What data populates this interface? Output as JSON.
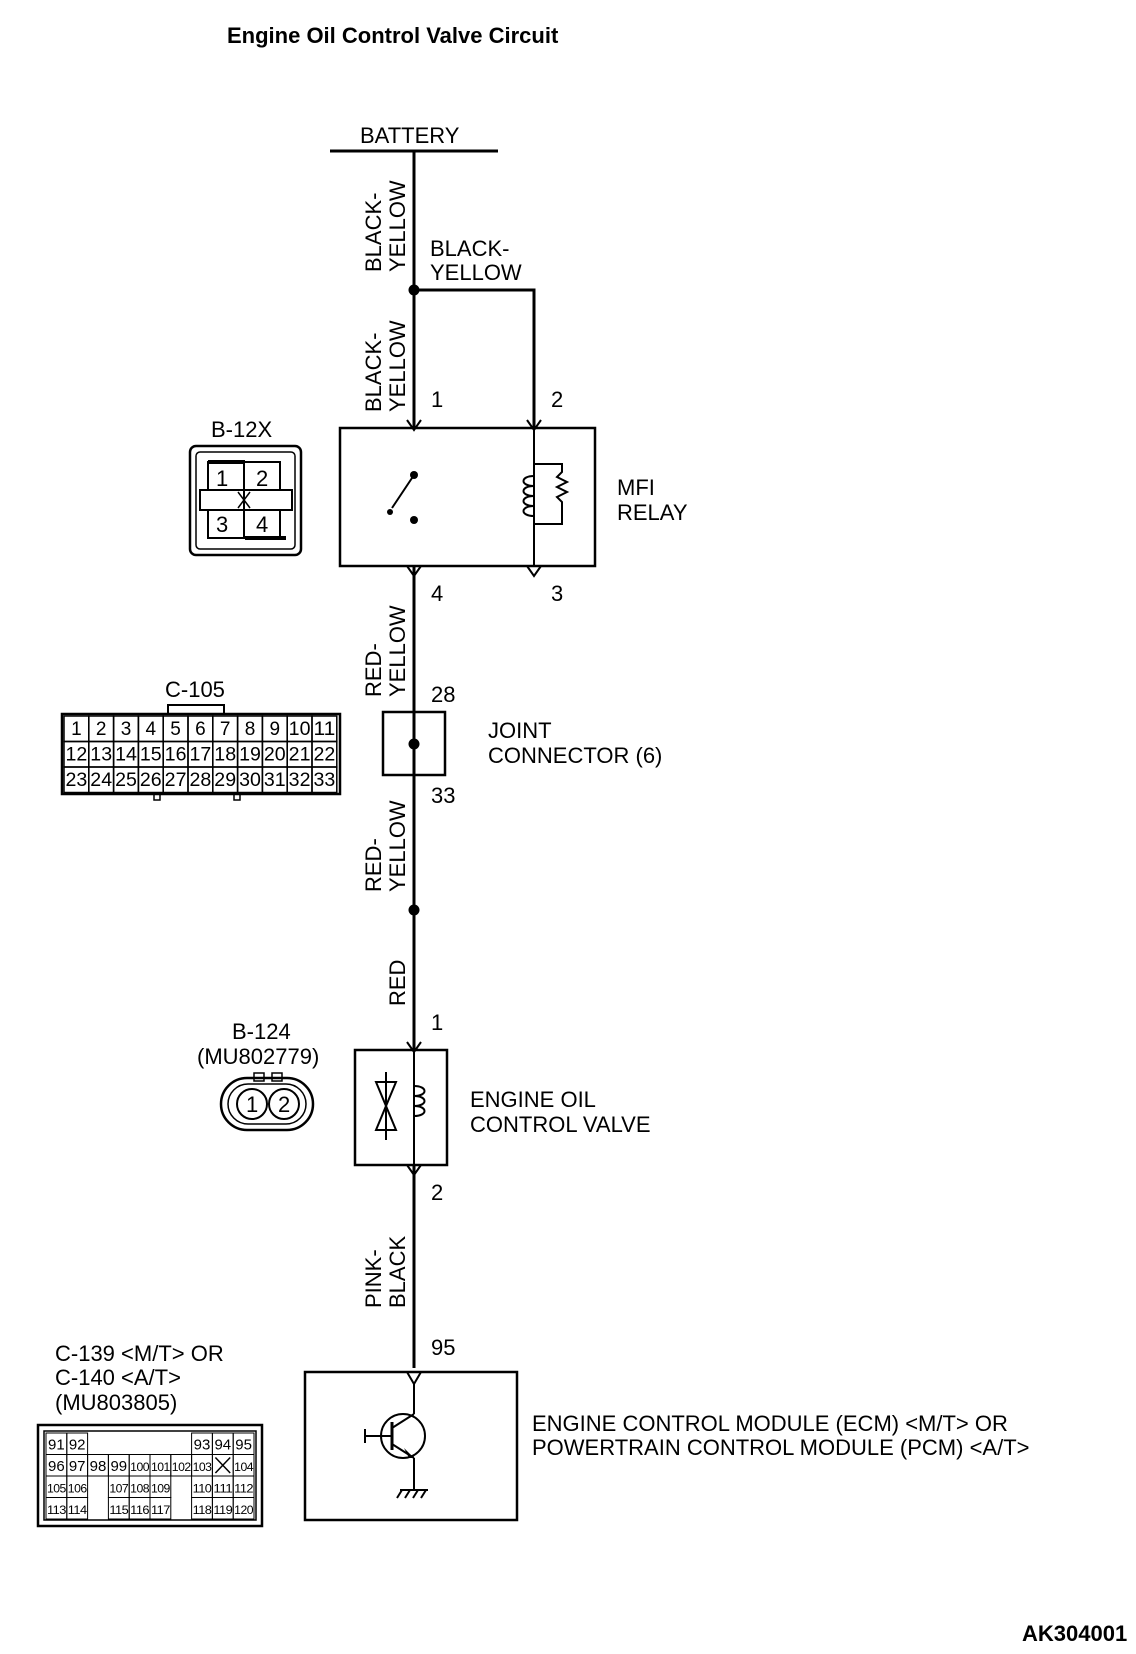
{
  "title": "Engine Oil Control Valve Circuit",
  "battery": "BATTERY",
  "wires": {
    "w_bat_top": [
      "BLACK-",
      "YELLOW"
    ],
    "w_branch": [
      "BLACK-",
      "YELLOW"
    ],
    "w_relay_in": [
      "BLACK-",
      "YELLOW"
    ],
    "w_relay_out": [
      "RED-",
      "YELLOW"
    ],
    "w_joint_out": [
      "RED-",
      "YELLOW"
    ],
    "w_red": [
      "RED"
    ],
    "w_ecm": [
      "PINK-",
      "BLACK"
    ]
  },
  "pins": {
    "relay_1": "1",
    "relay_2": "2",
    "relay_4": "4",
    "relay_3": "3",
    "joint_28": "28",
    "joint_33": "33",
    "valve_1": "1",
    "valve_2": "2",
    "ecm_95": "95"
  },
  "components": {
    "mfi_relay": [
      "MFI",
      "RELAY"
    ],
    "joint_connector": [
      "JOINT",
      "CONNECTOR (6)"
    ],
    "oil_valve": [
      "ENGINE OIL",
      "CONTROL VALVE"
    ],
    "ecm": [
      "ENGINE CONTROL MODULE (ECM) <M/T> OR",
      "POWERTRAIN CONTROL MODULE (PCM) <A/T>"
    ]
  },
  "connectors": {
    "b12x": {
      "label": "B-12X",
      "cells": [
        "1",
        "2",
        "3",
        "4"
      ]
    },
    "c105": {
      "label": "C-105",
      "rows": [
        [
          "1",
          "2",
          "3",
          "4",
          "5",
          "6",
          "7",
          "8",
          "9",
          "10",
          "11"
        ],
        [
          "12",
          "13",
          "14",
          "15",
          "16",
          "17",
          "18",
          "19",
          "20",
          "21",
          "22"
        ],
        [
          "23",
          "24",
          "25",
          "26",
          "27",
          "28",
          "29",
          "30",
          "31",
          "32",
          "33"
        ]
      ]
    },
    "b124": {
      "label": "B-124",
      "part": "(MU802779)",
      "cells": [
        "1",
        "2"
      ]
    },
    "c139": {
      "label1": "C-139 <M/T> OR",
      "label2": "C-140 <A/T>",
      "part": "(MU803805)",
      "row1_left": [
        "91",
        "92"
      ],
      "row1_right": [
        "93",
        "94",
        "95"
      ],
      "row2": [
        "96",
        "97",
        "98",
        "99",
        "100",
        "101",
        "102",
        "103",
        "",
        "104"
      ],
      "row3_a": [
        "105",
        "106"
      ],
      "row3_b": [
        "107",
        "108",
        "109"
      ],
      "row3_c": [
        "110",
        "111",
        "112"
      ],
      "row4_a": [
        "113",
        "114"
      ],
      "row4_b": [
        "115",
        "116",
        "117"
      ],
      "row4_c": [
        "118",
        "119",
        "120"
      ]
    }
  },
  "figure_id": "AK304001"
}
